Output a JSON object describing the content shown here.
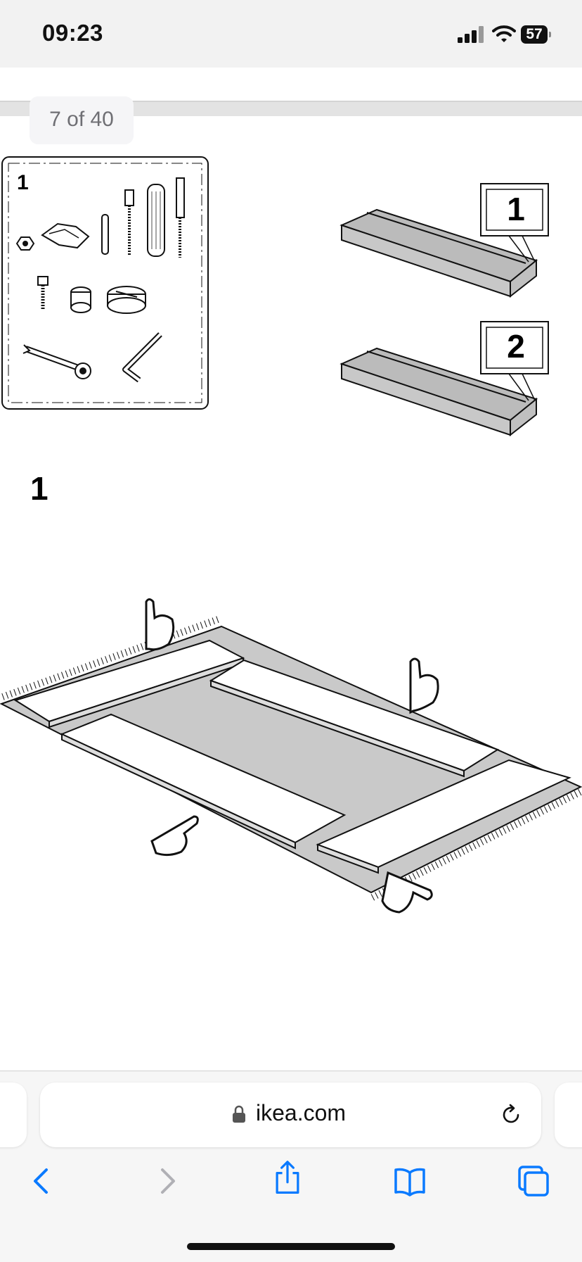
{
  "status_bar": {
    "time": "09:23",
    "battery": "57"
  },
  "viewer": {
    "page_counter": "7 of 40"
  },
  "instructions": {
    "parts_panel_label": "1",
    "package_labels": [
      "1",
      "2"
    ],
    "step_number": "1"
  },
  "browser": {
    "url": "ikea.com"
  },
  "icons": {
    "signal": "cellular-signal-icon",
    "wifi": "wifi-icon",
    "battery": "battery-icon",
    "lock": "lock-icon",
    "reload": "reload-icon",
    "back": "chevron-left-icon",
    "forward": "chevron-right-icon",
    "share": "share-icon",
    "bookmarks": "book-icon",
    "tabs": "tabs-icon"
  },
  "colors": {
    "accent": "#0a7aff",
    "panel_gray": "#c8c8c8"
  }
}
